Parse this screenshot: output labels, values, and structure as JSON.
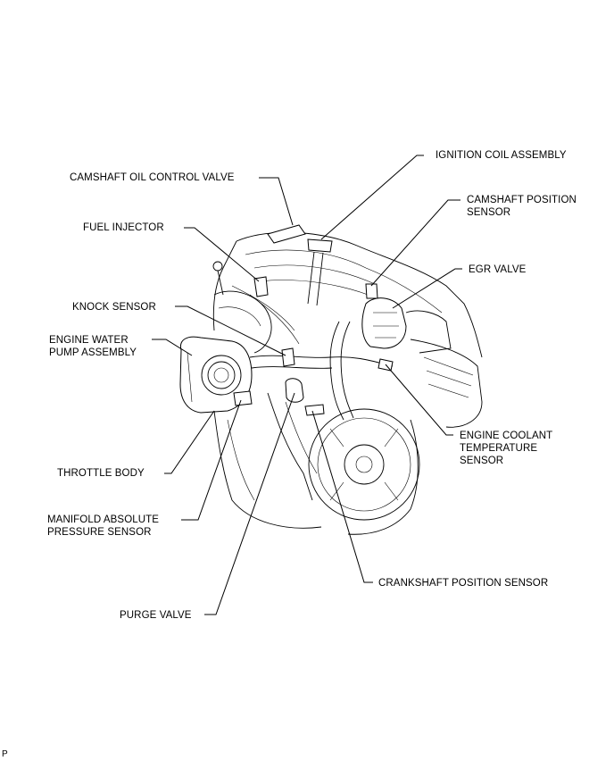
{
  "labels": {
    "ignition_coil": "IGNITION COIL ASSEMBLY",
    "camshaft_ocv": "CAMSHAFT OIL CONTROL VALVE",
    "camshaft_pos": "CAMSHAFT POSITION\nSENSOR",
    "fuel_injector": "FUEL INJECTOR",
    "egr_valve": "EGR VALVE",
    "knock_sensor": "KNOCK SENSOR",
    "water_pump": "ENGINE WATER\nPUMP ASSEMBLY",
    "coolant_temp": "ENGINE COOLANT\nTEMPERATURE\nSENSOR",
    "throttle_body": "THROTTLE BODY",
    "map_sensor": "MANIFOLD ABSOLUTE\nPRESSURE SENSOR",
    "crankshaft_pos": "CRANKSHAFT POSITION SENSOR",
    "purge_valve": "PURGE VALVE"
  },
  "corner_mark": "P"
}
